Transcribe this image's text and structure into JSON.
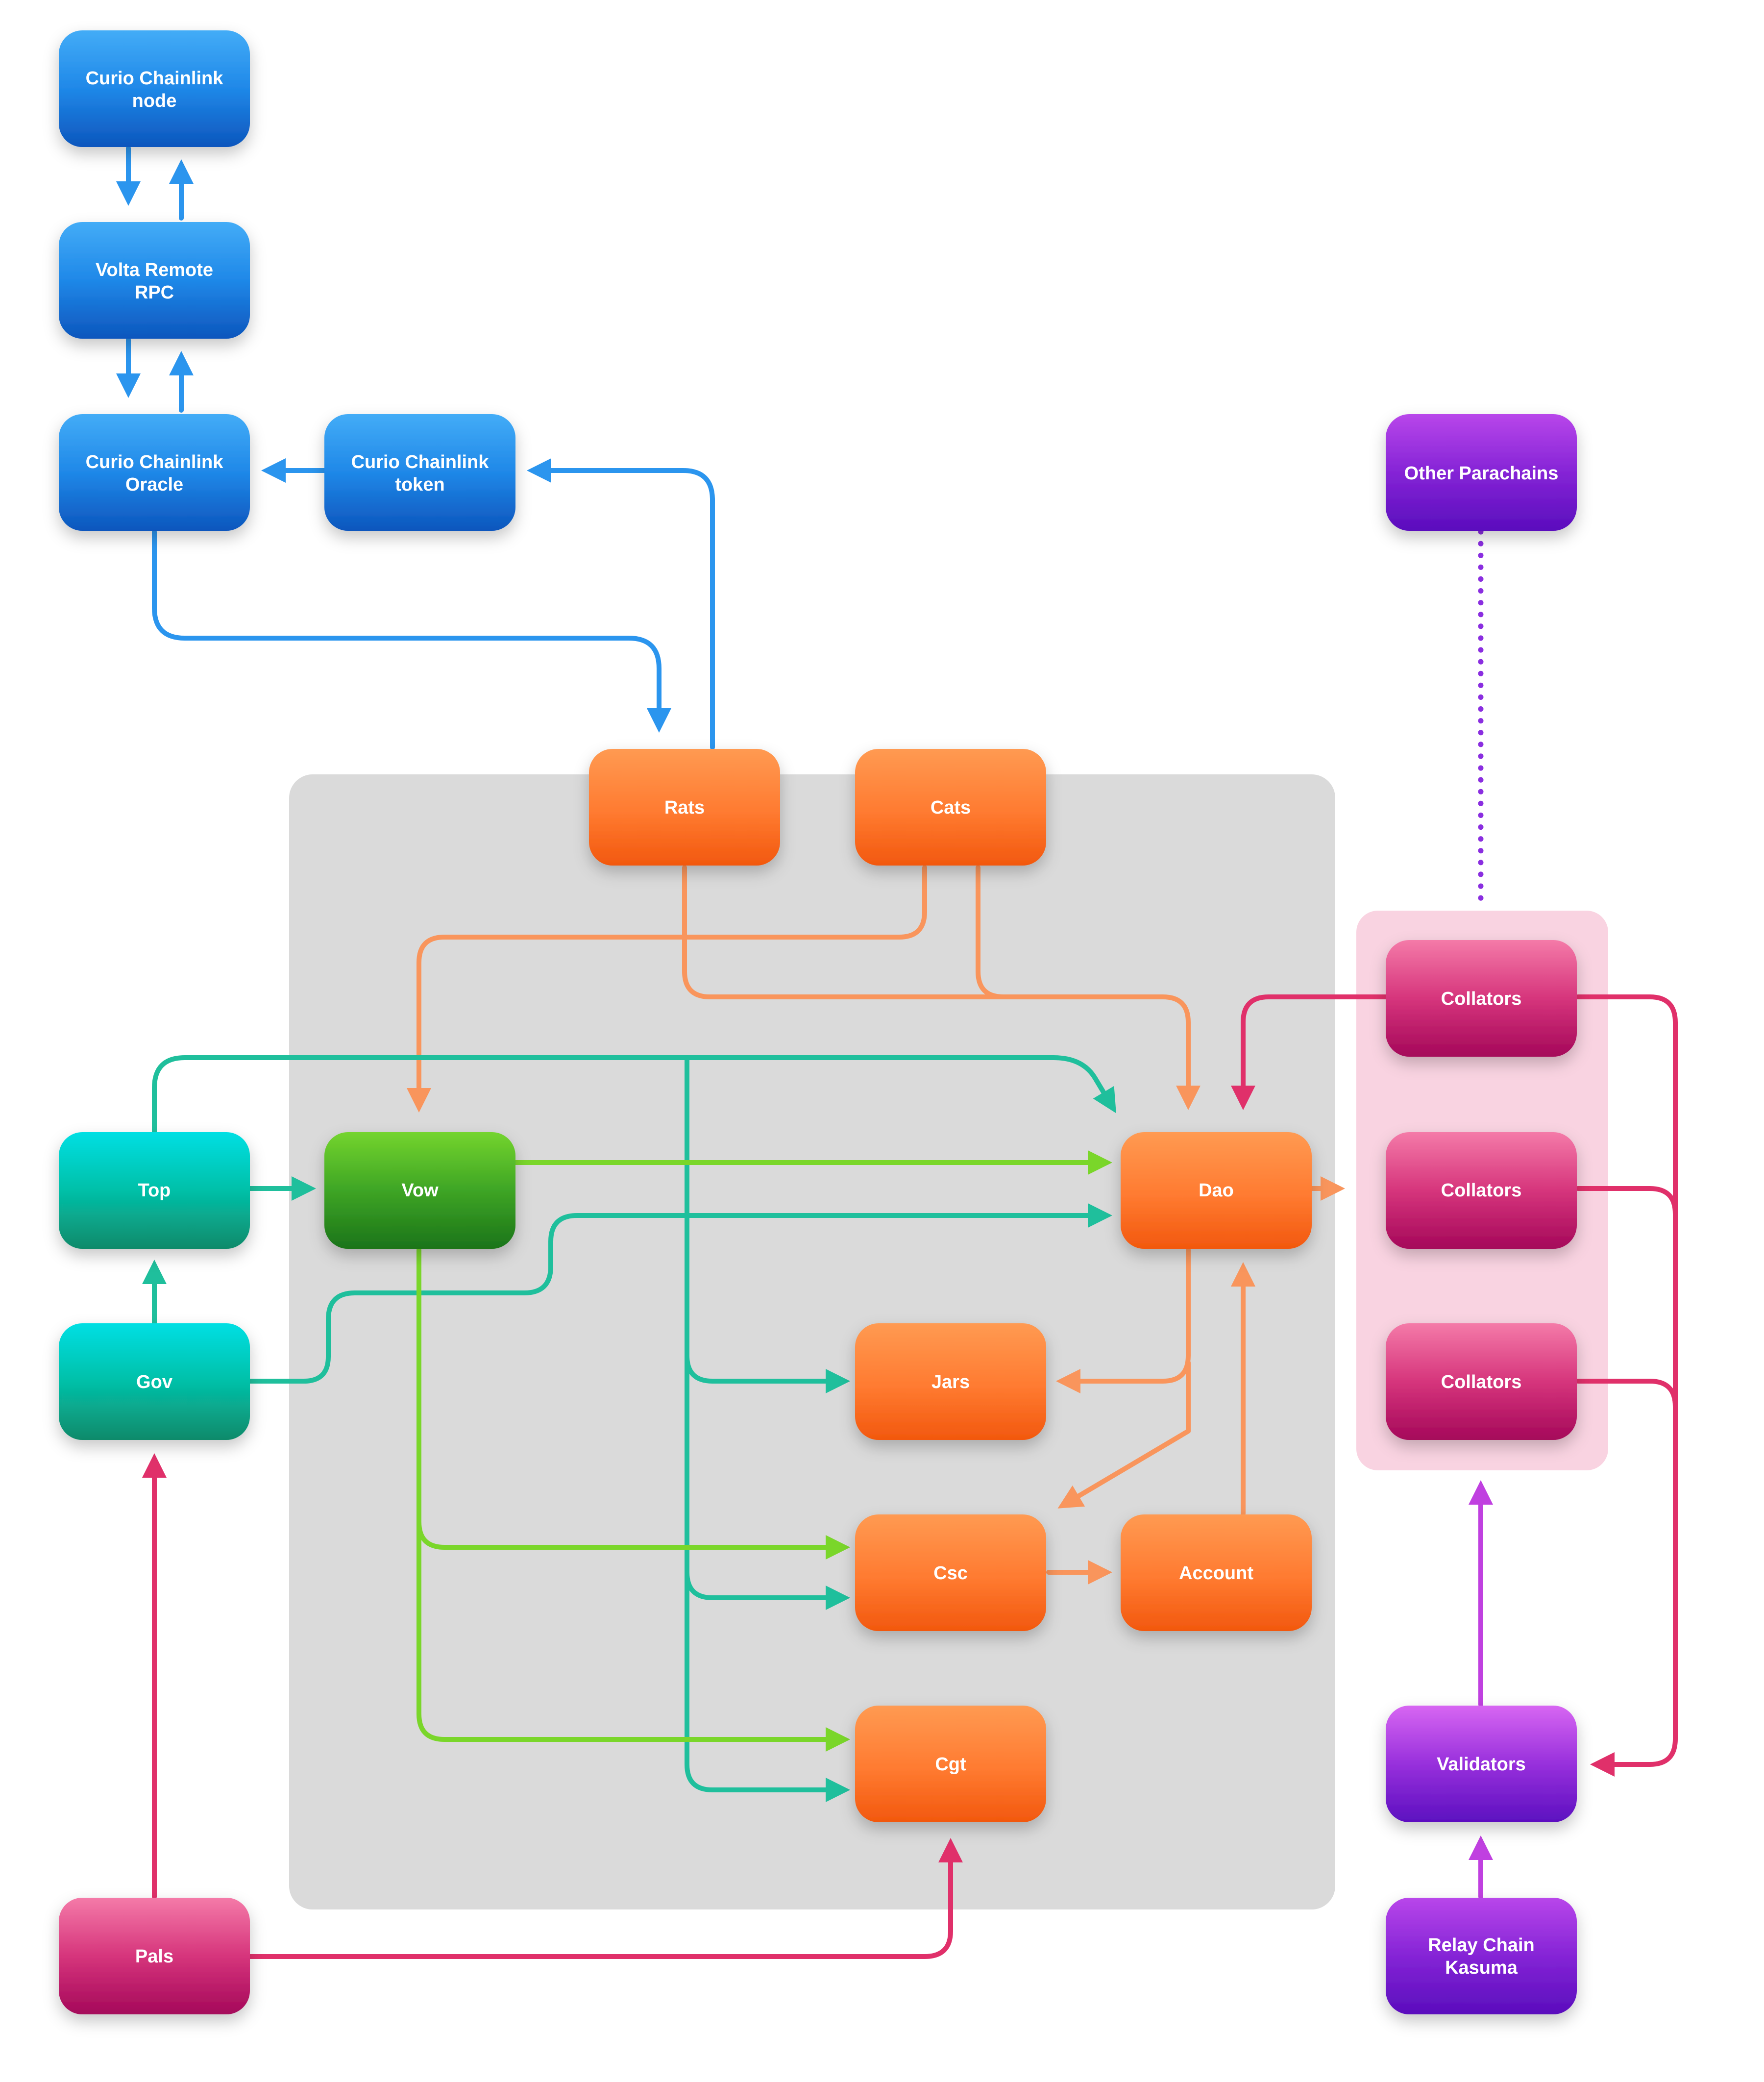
{
  "colors": {
    "blue": "#1f8ff0",
    "blue_top": "#3aa6f5",
    "blue_bottom": "#0e5cc4",
    "orange": "#ff7a30",
    "orange_top": "#ff9248",
    "orange_bottom": "#f05a12",
    "teal_top": "#00dce0",
    "teal_bottom": "#0c9470",
    "green_top": "#6fd02c",
    "green_bottom": "#1d7a1a",
    "pink_top": "#f06aa0",
    "pink_bottom": "#b30a5e",
    "purple_top": "#b040e8",
    "purple_bottom": "#5a0dbd",
    "validator_top": "#d160f0",
    "edge_blue": "#2b95ee",
    "edge_orange": "#f9955c",
    "edge_teal": "#1fbf9c",
    "edge_green": "#7ad62a",
    "edge_red": "#e0306a",
    "edge_magenta": "#c040e0",
    "edge_purple": "#8a2ee0",
    "group_gray": "#dadada",
    "group_pink": "#f9d3e1"
  },
  "nodes": {
    "curio_node": {
      "label_line1": "Curio Chainlink",
      "label_line2": "node"
    },
    "volta_rpc": {
      "label_line1": "Volta Remote",
      "label_line2": "RPC"
    },
    "curio_oracle": {
      "label_line1": "Curio Chainlink",
      "label_line2": "Oracle"
    },
    "curio_token": {
      "label_line1": "Curio Chainlink",
      "label_line2": "token"
    },
    "other_parachains": {
      "label": "Other Parachains"
    },
    "rats": {
      "label": "Rats"
    },
    "cats": {
      "label": "Cats"
    },
    "top": {
      "label": "Top"
    },
    "vow": {
      "label": "Vow"
    },
    "dao": {
      "label": "Dao"
    },
    "gov": {
      "label": "Gov"
    },
    "jars": {
      "label": "Jars"
    },
    "csc": {
      "label": "Csc"
    },
    "account": {
      "label": "Account"
    },
    "cgt": {
      "label": "Cgt"
    },
    "collators1": {
      "label": "Collators"
    },
    "collators2": {
      "label": "Collators"
    },
    "collators3": {
      "label": "Collators"
    },
    "validators": {
      "label": "Validators"
    },
    "pals": {
      "label": "Pals"
    },
    "relay_chain": {
      "label_line1": "Relay Chain",
      "label_line2": "Kasuma"
    }
  }
}
